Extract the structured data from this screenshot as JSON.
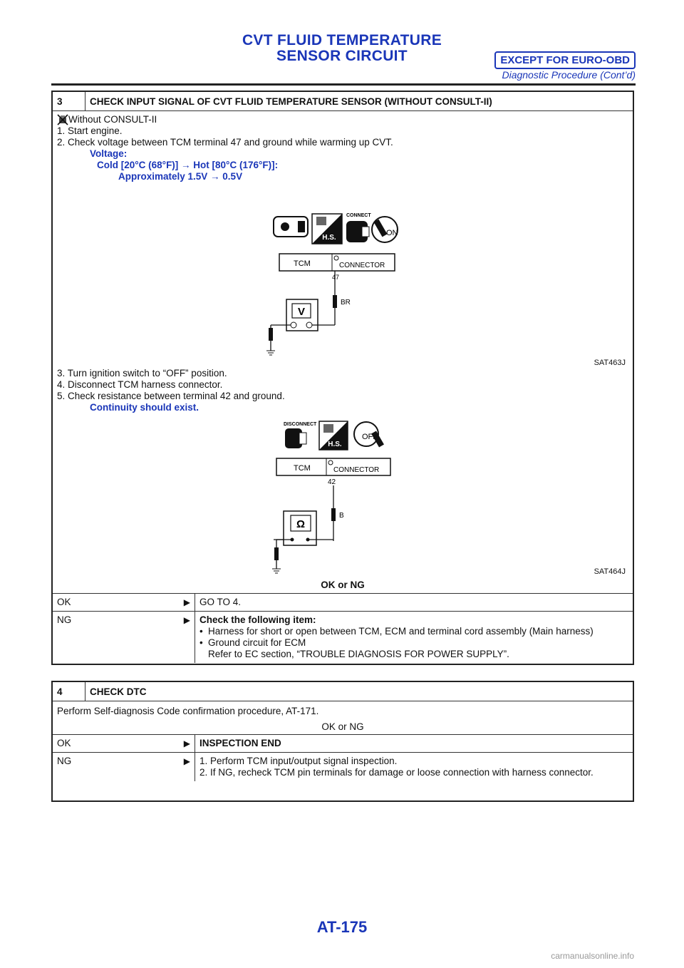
{
  "header": {
    "title_line1": "CVT FLUID TEMPERATURE",
    "title_line2": "SENSOR CIRCUIT",
    "badge": "EXCEPT FOR EURO-OBD",
    "subtitle": "Diagnostic Procedure (Cont’d)"
  },
  "step3": {
    "num": "3",
    "title": "CHECK INPUT SIGNAL OF CVT FLUID TEMPERATURE SENSOR (WITHOUT CONSULT-II)",
    "mode": "Without CONSULT-II",
    "s1": "1. Start engine.",
    "s2": "2. Check voltage between TCM terminal 47 and ground while warming up CVT.",
    "spec_label": "Voltage:",
    "spec_line1": "Cold [20°C (68°F)] → Hot [80°C (176°F)]:",
    "spec_line2": "Approximately 1.5V → 0.5V",
    "fig1": {
      "caption": "SAT463J",
      "connect": "CONNECT",
      "hs": "H.S.",
      "on": "ON",
      "tcm": "TCM",
      "connector": "CONNECTOR",
      "terminal": "47",
      "wire": "BR",
      "meter": "V"
    },
    "s3": "3. Turn ignition switch to “OFF” position.",
    "s4": "4. Disconnect TCM harness connector.",
    "s5": "5. Check resistance between terminal 42 and ground.",
    "spec2": "Continuity should exist.",
    "fig2": {
      "caption": "SAT464J",
      "disconnect": "DISCONNECT",
      "hs": "H.S.",
      "off": "OFF",
      "tcm": "TCM",
      "connector": "CONNECTOR",
      "terminal": "42",
      "wire": "B",
      "meter": "Ω"
    },
    "okng": "OK or NG",
    "ok_label": "OK",
    "ok_action": "GO TO 4.",
    "ng_label": "NG",
    "ng_title": "Check the following item:",
    "ng_item1": "Harness for short or open between TCM, ECM and terminal cord assembly (Main harness)",
    "ng_item2": "Ground circuit for ECM",
    "ng_item2b": "Refer to EC section, “TROUBLE DIAGNOSIS FOR POWER SUPPLY”."
  },
  "step4": {
    "num": "4",
    "title": "CHECK DTC",
    "body": "Perform Self-diagnosis Code confirmation procedure, AT-171.",
    "okng": "OK or NG",
    "ok_label": "OK",
    "ok_action": "INSPECTION END",
    "ng_label": "NG",
    "ng_1": "1. Perform TCM input/output signal inspection.",
    "ng_2": "2. If NG, recheck TCM pin terminals for damage or loose connection with harness connector."
  },
  "footer": {
    "page": "AT-175",
    "watermark": "carmanualsonline.info"
  },
  "colors": {
    "accent": "#1a36b8"
  }
}
